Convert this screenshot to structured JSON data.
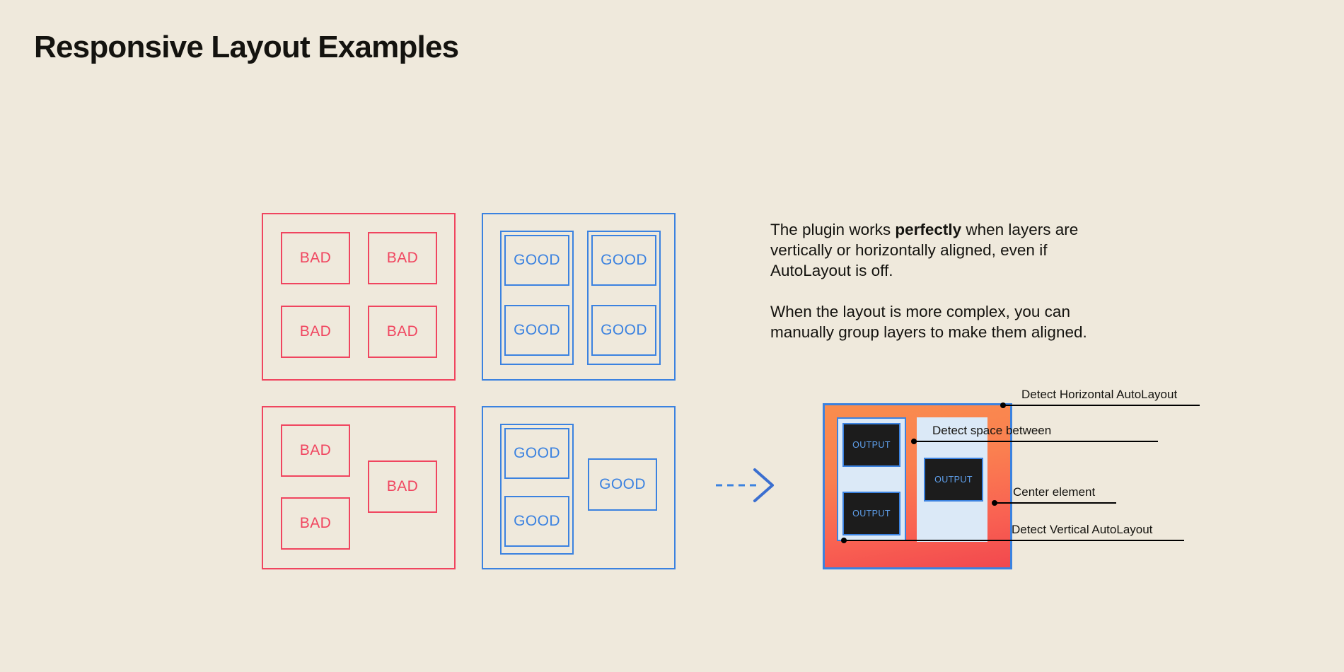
{
  "page": {
    "title": "Responsive Layout Examples",
    "background_color": "#efe9dc",
    "bad_color": "#f0455f",
    "good_color": "#3b82e0",
    "output_panel_fill": "#f8724f",
    "output_box_fill": "#1c1c1c",
    "output_column_fill": "#dbe9f7"
  },
  "examples": {
    "bad_grid": {
      "cells": [
        {
          "label": "BAD"
        },
        {
          "label": "BAD"
        },
        {
          "label": "BAD"
        },
        {
          "label": "BAD"
        }
      ]
    },
    "good_grid": {
      "cells": [
        {
          "label": "GOOD"
        },
        {
          "label": "GOOD"
        },
        {
          "label": "GOOD"
        },
        {
          "label": "GOOD"
        }
      ]
    },
    "bad_complex": {
      "cells": [
        {
          "label": "BAD"
        },
        {
          "label": "BAD"
        },
        {
          "label": "BAD"
        }
      ]
    },
    "good_complex": {
      "cells": [
        {
          "label": "GOOD"
        },
        {
          "label": "GOOD"
        },
        {
          "label": "GOOD"
        }
      ]
    }
  },
  "arrow": {
    "icon": "arrow-right-dashed-icon"
  },
  "description": {
    "paragraph1_part1": "The plugin works ",
    "paragraph1_bold": "perfectly",
    "paragraph1_part2": " when layers are vertically or horizontally aligned, even if AutoLayout is off.",
    "paragraph2": "When the layout is more complex, you can manually group layers to make them aligned."
  },
  "output_panel": {
    "boxes": [
      {
        "label": "OUTPUT"
      },
      {
        "label": "OUTPUT"
      },
      {
        "label": "OUTPUT"
      }
    ],
    "callouts": [
      {
        "label": "Detect Horizontal AutoLayout"
      },
      {
        "label": "Detect space between"
      },
      {
        "label": "Center element"
      },
      {
        "label": "Detect Vertical AutoLayout"
      }
    ]
  }
}
